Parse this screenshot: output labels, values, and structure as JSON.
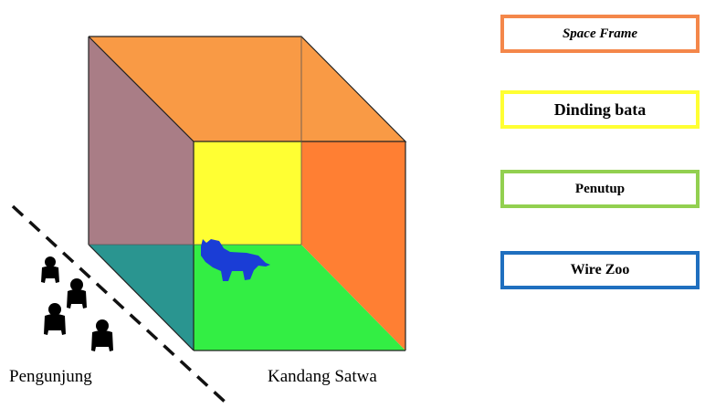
{
  "diagram": {
    "labels": {
      "visitors": "Pengunjung",
      "enclosure": "Kandang Satwa"
    },
    "legend": [
      {
        "text": "Space Frame",
        "color": "#f4874a",
        "italic": true
      },
      {
        "text": "Dinding bata",
        "color": "#ffff33",
        "italic": false
      },
      {
        "text": "Penutup",
        "color": "#92d050",
        "italic": false
      },
      {
        "text": "Wire Zoo",
        "color": "#1f6fbf",
        "italic": false
      }
    ],
    "colors": {
      "top_face": "#f99a45",
      "right_face": "#ff7f33",
      "left_face": "#a97d86",
      "back_wall": "#ffff33",
      "floor": "#33ee44",
      "floor_left": "#2a9590",
      "animal": "#1a3dd6",
      "visitor": "#000000"
    }
  }
}
